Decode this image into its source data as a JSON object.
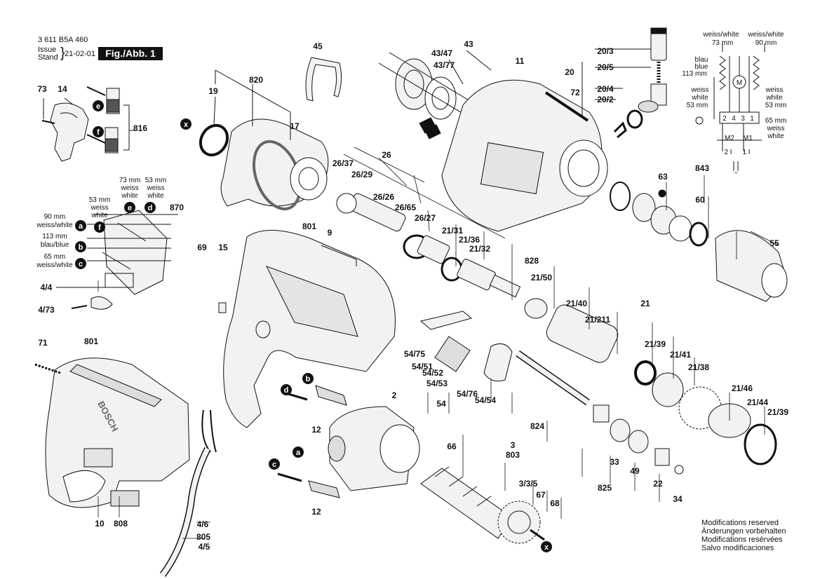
{
  "header": {
    "part_number": "3 611 B5A 460",
    "issue_label_en": "Issue",
    "issue_label_de": "Stand",
    "brace": "}",
    "issue_date": "21-02-01",
    "figure": "Fig./Abb. 1"
  },
  "footer_notes": [
    "Modifications reserved",
    "Änderungen vorbehalten",
    "Modifications resérvées",
    "Salvo modificaciones"
  ],
  "brand_on_housing": "BOSCH",
  "wiring": {
    "top_left": [
      "weiss/white",
      "73 mm"
    ],
    "top_right": [
      "weiss/white",
      "90 mm"
    ],
    "left_label": [
      "blau",
      "blue",
      "113 mm"
    ],
    "mid_left": [
      "weiss",
      "white",
      "53 mm"
    ],
    "mid_right": [
      "weiss",
      "white",
      "53 mm"
    ],
    "right_bottom": [
      "65 mm",
      "weiss",
      "white"
    ],
    "motor": "M",
    "terminals": [
      "2",
      "4",
      "3",
      "1"
    ],
    "m2": "M2",
    "m1": "M1",
    "i2": "2 I",
    "i1": "1 I",
    "supply": "~"
  },
  "switch_labels": {
    "l73": [
      "73 mm",
      "weiss",
      "white"
    ],
    "l53": [
      "53 mm",
      "weiss",
      "white"
    ],
    "l53b": [
      "53 mm",
      "weiss",
      "white"
    ],
    "l90": [
      "90 mm",
      "weiss/white"
    ],
    "l113": [
      "113 mm",
      "blau/blue"
    ],
    "l65": [
      "65 mm",
      "weiss/white"
    ]
  },
  "part_labels": [
    "73",
    "14",
    "816",
    "19",
    "820",
    "45",
    "43",
    "43/47",
    "43/77",
    "11",
    "72",
    "20",
    "20/3",
    "20/5",
    "20/4",
    "20/2",
    "17",
    "870",
    "26",
    "26/37",
    "26/29",
    "26/26",
    "26/65",
    "26/27",
    "801",
    "9",
    "21/31",
    "21/36",
    "21/32",
    "828",
    "843",
    "63",
    "60",
    "55",
    "69",
    "15",
    "4/4",
    "4/73",
    "71",
    "801",
    "21/50",
    "21/40",
    "21/211",
    "21",
    "21/39",
    "21/41",
    "21/38",
    "54/75",
    "54/51",
    "54/52",
    "54/53",
    "54/76",
    "54/54",
    "54",
    "2",
    "12",
    "12",
    "824",
    "21/46",
    "21/44",
    "21/39",
    "33",
    "49",
    "22",
    "34",
    "66",
    "3",
    "803",
    "3/3/5",
    "67",
    "68",
    "825",
    "10",
    "808",
    "4/6",
    "805",
    "4/5"
  ],
  "circle_markers": [
    "x",
    "x",
    "e",
    "f",
    "e",
    "d",
    "f",
    "a",
    "b",
    "c",
    "b",
    "d",
    "a",
    "c"
  ],
  "colors": {
    "ink": "#111111",
    "paper": "#ffffff",
    "fill": "#f2f2f2",
    "marker": "#111111"
  }
}
